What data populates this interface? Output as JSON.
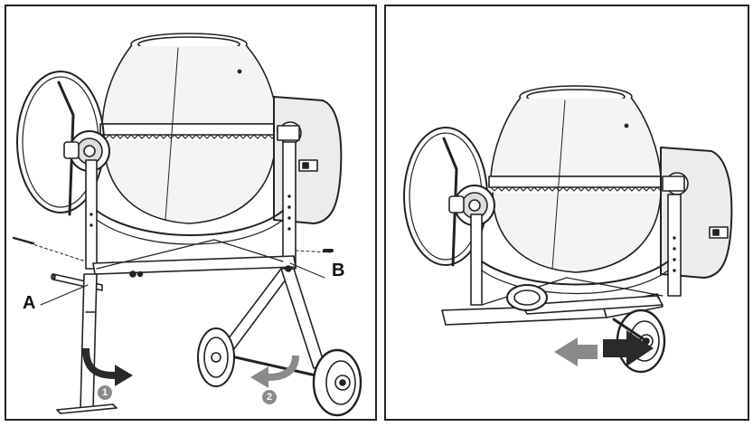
{
  "panels": [
    {
      "callouts": [
        {
          "label": "A"
        },
        {
          "label": "B"
        }
      ],
      "steps": [
        {
          "number": "1"
        },
        {
          "number": "2"
        }
      ]
    },
    {
      "callouts": [],
      "steps": []
    }
  ],
  "colors": {
    "line": "#222222",
    "arrow_dark": "#2a2a2a",
    "arrow_gray": "#8a8a8a",
    "drum_fill": "#f4f4f4",
    "motor_fill": "#ececec"
  },
  "icons": [
    "curved-arrow-icon",
    "straight-arrow-icon",
    "step-badge-icon"
  ]
}
